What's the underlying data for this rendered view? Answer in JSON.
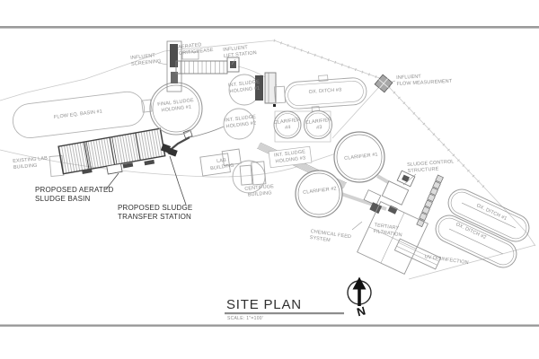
{
  "drawing": {
    "title": "SITE PLAN",
    "scale": "SCALE: 1\"=100'",
    "north_label": "N"
  },
  "facilities": {
    "flow_eq_basin_1": "FLOW EQ. BASIN #1",
    "final_sludge_holding_1": "FINAL SLUDGE\nHOLDING #1",
    "influent_screening": "INFLUENT\nSCREENING",
    "aerated_grit_grease": "AERATED\nGRIT/GREASE",
    "influent_lift_station": "INFLUENT\nLIFT STATION",
    "int_sludge_holding_1": "INT. SLUDGE\nHOLDING #1",
    "int_sludge_holding_2": "INT. SLUDGE\nHOLDING #2",
    "int_sludge_holding_3": "INT. SLUDGE\nHOLDING #3",
    "ox_ditch_3": "OX. DITCH #3",
    "influent_flow_measurement": "INFLUENT\nFLOW MEASUREMENT",
    "clarifier_1": "CLARIFIER #1",
    "clarifier_2": "CLARIFIER #2",
    "clarifier_3": "CLARIFIER\n#3",
    "clarifier_4": "CLARIFIER\n#4",
    "existing_lab_building": "EXISTING LAB\nBUILDING",
    "lab_building": "LAB\nBUILDING",
    "centrifuge_building": "CENTIFUGE\nBUILDING",
    "sludge_control_structure": "SLUDGE CONTROL\nSTRUCTURE",
    "chemical_feed_system": "CHEMICAL FEED\nSYSTEM",
    "tertiary_filtration": "TERTIARY\nFILTRATION",
    "ox_ditch_1": "OX. DITCH #1",
    "ox_ditch_2": "OX. DITCH #2",
    "uv_disinfection": "UV DISINFECTION"
  },
  "proposed": {
    "aerated_sludge_basin": "PROPOSED AERATED\nSLUDGE BASIN",
    "sludge_transfer_station": "PROPOSED SLUDGE\nTRANSFER STATION"
  },
  "colors": {
    "line": "#a8a8a8",
    "boundary": "#c9c9c9",
    "dark_line": "#3f3f3f",
    "label": "#8f8f8f",
    "proposed_label": "#2e2e2e",
    "equipment_fill": "#4f4f4f",
    "frame_rule": "#9a9a9a"
  }
}
